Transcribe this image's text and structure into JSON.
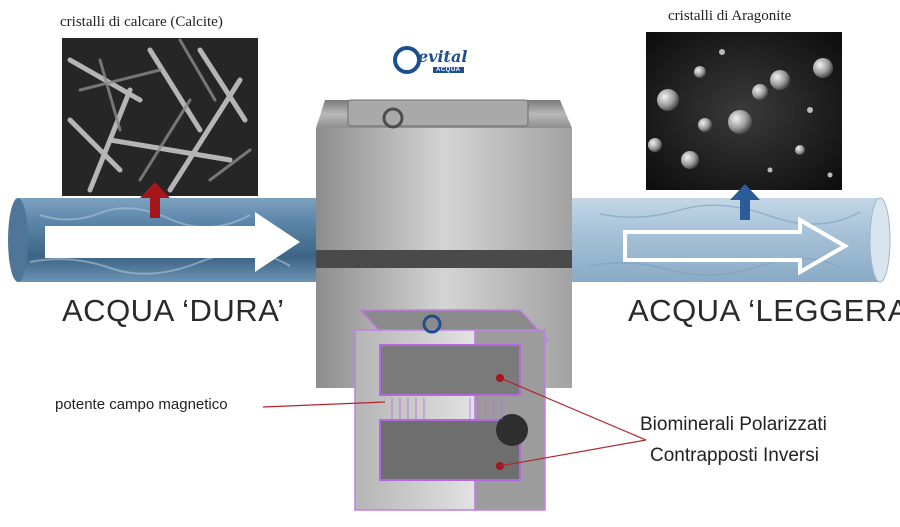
{
  "captions": {
    "calcite": "cristalli di calcare (Calcite)",
    "aragonite": "cristalli di Aragonite"
  },
  "labels": {
    "hard_water": "ACQUA ‘DURA’",
    "light_water": "ACQUA ‘LEGGERA’",
    "magnetic_field": "potente campo magnetico",
    "biominerals_line1": "Biominerali Polarizzati",
    "biominerals_line2": "Contrapposti Inversi"
  },
  "logo": {
    "word": "evital",
    "sub": "ACQUA"
  },
  "colors": {
    "pipe": "#5f89ab",
    "arrow_red": "#a5161b",
    "arrow_blue": "#2b5c99",
    "leader_red": "#b3242a",
    "glow": "#b36adf",
    "metal": "#9b9b9b"
  }
}
